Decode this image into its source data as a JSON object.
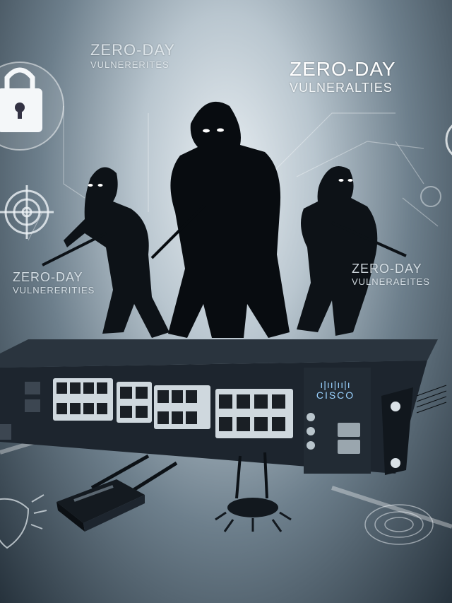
{
  "captions": [
    {
      "title": "ZERO-DAY",
      "subtitle": "VULNERERITES"
    },
    {
      "title": "ZERO-DAY",
      "subtitle": "VULNERALTIES"
    },
    {
      "title": "ZERO-DAY",
      "subtitle": "VULNERERITIES"
    },
    {
      "title": "ZERO-DAY",
      "subtitle": "VULNERAEITES"
    }
  ],
  "device": {
    "brand": "CISCO"
  },
  "colors": {
    "background": "#1b242d",
    "accent": "#9ad2ff",
    "switch_body": "#1d252e"
  },
  "icons": [
    "padlock-icon",
    "target-icon",
    "router-icon",
    "wireless-access-point-icon",
    "shield-outline-icon"
  ]
}
